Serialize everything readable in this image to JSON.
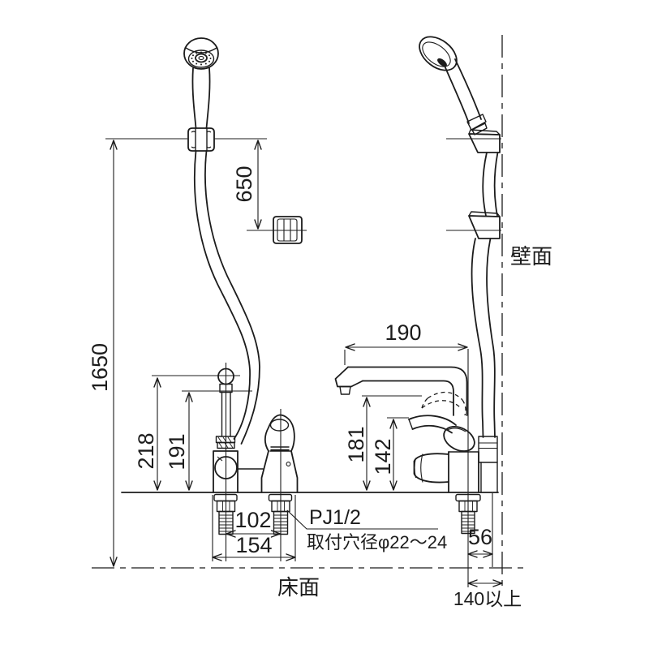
{
  "colors": {
    "line": "#1c1c1c",
    "background": "#ffffff"
  },
  "labels": {
    "wall_surface": "壁面",
    "floor_surface": "床面"
  },
  "dimensions": {
    "hose_hanger_drop": "650",
    "overall_height": "1650",
    "riser_ball_height": "218",
    "riser_height": "191",
    "spout_reach": "190",
    "spout_outlet_height": "181",
    "handle_height": "142",
    "mounting_pitch": "102",
    "base_width": "154",
    "hose_center_offset": "56",
    "min_wall_distance": "140以上"
  },
  "annotations": {
    "thread_size": "PJ1/2",
    "mounting_hole": "取付穴径φ22～24"
  }
}
